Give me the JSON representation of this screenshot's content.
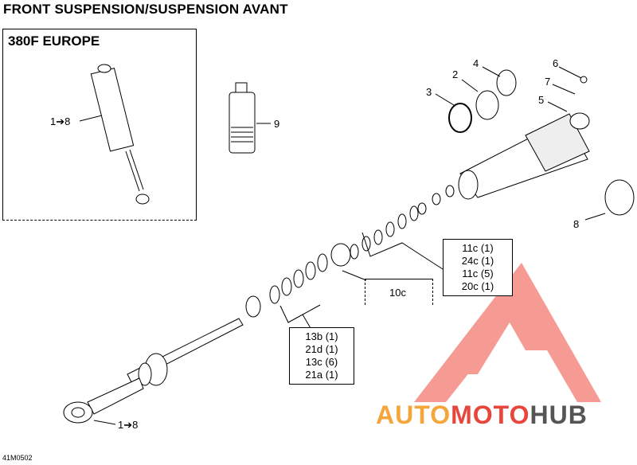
{
  "title": "FRONT SUSPENSION/SUSPENSION AVANT",
  "inset": {
    "label": "380F EUROPE",
    "callout": "1➔8"
  },
  "callouts": {
    "c1": "1➔8",
    "c2": "2",
    "c3": "3",
    "c4": "4",
    "c5": "5",
    "c6": "6",
    "c7": "7",
    "c8": "8",
    "c9": "9"
  },
  "box_upper": {
    "lines": [
      "11c (1)",
      "24c (1)",
      "11c (5)",
      "20c (1)"
    ]
  },
  "box_ref": "10c",
  "box_lower": {
    "lines": [
      "13b (1)",
      "21d (1)",
      "13c (6)",
      "21a (1)"
    ]
  },
  "figure_code": "41M0502",
  "watermark": {
    "auto": "AUTO",
    "moto": "MOTO",
    "hub": "HUB",
    "colors": {
      "auto": "#f5a63a",
      "moto": "#e8453c",
      "hub": "#555555",
      "triangle": "#f05a50"
    }
  }
}
